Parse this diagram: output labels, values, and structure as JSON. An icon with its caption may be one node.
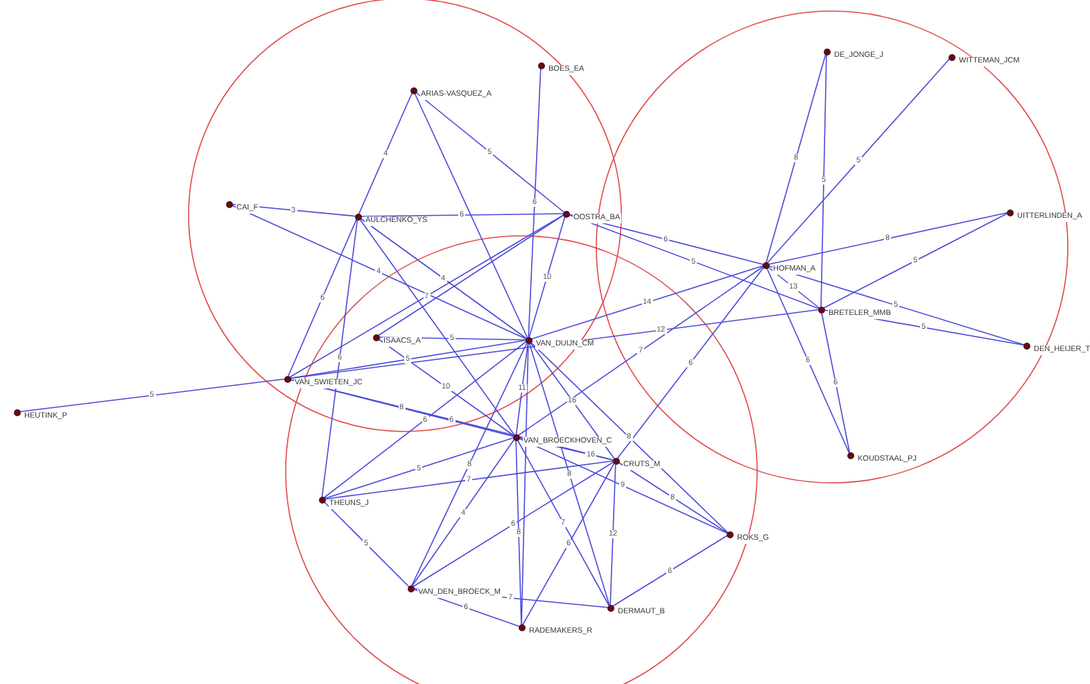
{
  "diagram": {
    "nodes": [
      {
        "text": [
          "ARIAS-VASQUEZ_A"
        ]
      },
      {
        "text": [
          "BOES_EA"
        ]
      },
      {
        "text": [
          "DE_JONGE_J"
        ]
      },
      {
        "text": [
          "WITTEMAN_JCM"
        ]
      },
      {
        "text": [
          "CAI_F"
        ]
      },
      {
        "text": [
          "AULCHENKO_YS"
        ]
      },
      {
        "text": [
          "OOSTRA_BA"
        ]
      },
      {
        "text": [
          "UITTERLINDEN_A"
        ]
      },
      {
        "text": [
          "HOFMAN_A"
        ]
      },
      {
        "text": [
          "BRETELER_MMB"
        ]
      },
      {
        "text": [
          "DEN_HEIJER_T"
        ]
      },
      {
        "text": [
          "ISAACS_A"
        ]
      },
      {
        "text": [
          "VAN_DUIJN_CM"
        ]
      },
      {
        "text": [
          "VAN_SWIETEN_JC"
        ]
      },
      {
        "text": [
          "HEUTINK_P"
        ]
      },
      {
        "text": [
          "VAN_BROECKHOVEN_C"
        ]
      },
      {
        "text": [
          "CRUTS_M"
        ]
      },
      {
        "text": [
          "THEUNS_J"
        ]
      },
      {
        "text": [
          "ROKS_G"
        ]
      },
      {
        "text": [
          "VAN_DEN_BROECK_M"
        ]
      },
      {
        "text": [
          "DERMAUT_B"
        ]
      },
      {
        "text": [
          "RADEMAKERS_R"
        ]
      },
      {
        "text": [
          "KOUDSTAAL_PJ"
        ]
      }
    ],
    "edges": [
      {
        "from": 0,
        "to": 5,
        "arrow": "none",
        "label": "4"
      },
      {
        "from": 0,
        "to": 6,
        "arrow": "none",
        "label": "5"
      },
      {
        "from": 0,
        "to": 12,
        "arrow": "none"
      },
      {
        "from": 1,
        "to": 12,
        "arrow": "none",
        "label": "6"
      },
      {
        "from": 4,
        "to": 5,
        "arrow": "none",
        "label": "3"
      },
      {
        "from": 5,
        "to": 6,
        "arrow": "none",
        "label": "6"
      },
      {
        "from": 4,
        "to": 12,
        "arrow": "none",
        "label": "4"
      },
      {
        "from": 5,
        "to": 12,
        "arrow": "none",
        "label": "4"
      },
      {
        "from": 5,
        "to": 13,
        "arrow": "none",
        "label": "6"
      },
      {
        "from": 5,
        "to": 15,
        "arrow": "none"
      },
      {
        "from": 6,
        "to": 12,
        "arrow": "none",
        "label": "10"
      },
      {
        "from": 6,
        "to": 13,
        "arrow": "none",
        "label": "7"
      },
      {
        "from": 6,
        "to": 11,
        "arrow": "none"
      },
      {
        "from": 6,
        "to": 8,
        "arrow": "none",
        "label": "6"
      },
      {
        "from": 6,
        "to": 9,
        "arrow": "none",
        "label": "5"
      },
      {
        "from": 2,
        "to": 8,
        "arrow": "none",
        "label": "8"
      },
      {
        "from": 2,
        "to": 9,
        "arrow": "none",
        "label": "5"
      },
      {
        "from": 3,
        "to": 8,
        "arrow": "none",
        "label": "5"
      },
      {
        "from": 7,
        "to": 8,
        "arrow": "none",
        "label": "8"
      },
      {
        "from": 7,
        "to": 9,
        "arrow": "none",
        "label": "5"
      },
      {
        "from": 8,
        "to": 9,
        "arrow": "none",
        "label": "13"
      },
      {
        "from": 8,
        "to": 10,
        "arrow": "none",
        "label": "5"
      },
      {
        "from": 9,
        "to": 10,
        "arrow": "none",
        "label": "5"
      },
      {
        "from": 8,
        "to": 22,
        "arrow": "none",
        "label": "6"
      },
      {
        "from": 9,
        "to": 22,
        "arrow": "none",
        "label": "6"
      },
      {
        "from": 8,
        "to": 12,
        "arrow": "none",
        "label": "14"
      },
      {
        "from": 9,
        "to": 13,
        "arrow": "none",
        "label": "12"
      },
      {
        "from": 8,
        "to": 15,
        "arrow": "none",
        "label": "7"
      },
      {
        "from": 8,
        "to": 16,
        "arrow": "none",
        "label": "6"
      },
      {
        "from": 11,
        "to": 12,
        "arrow": "none",
        "label": "5"
      },
      {
        "from": 13,
        "to": 12,
        "arrow": "none",
        "label": "5"
      },
      {
        "from": 13,
        "to": 14,
        "arrow": "none",
        "label": "5"
      },
      {
        "from": 13,
        "to": 15,
        "arrow": "none",
        "label": "8"
      },
      {
        "from": 13,
        "to": 16,
        "arrow": "none",
        "label": "6"
      },
      {
        "from": 11,
        "to": 15,
        "arrow": "none",
        "label": "10"
      },
      {
        "from": 12,
        "to": 15,
        "arrow": "none",
        "label": "11"
      },
      {
        "from": 12,
        "to": 16,
        "arrow": "none",
        "label": "16"
      },
      {
        "from": 12,
        "to": 17,
        "arrow": "none",
        "label": "6"
      },
      {
        "from": 12,
        "to": 21,
        "arrow": "none"
      },
      {
        "from": 12,
        "to": 20,
        "arrow": "none",
        "label": "8"
      },
      {
        "from": 12,
        "to": 18,
        "arrow": "none",
        "label": "8"
      },
      {
        "from": 15,
        "to": 16,
        "arrow": "none",
        "label": "16"
      },
      {
        "from": 15,
        "to": 17,
        "arrow": "none",
        "label": "5"
      },
      {
        "from": 15,
        "to": 19,
        "arrow": "none",
        "label": "4"
      },
      {
        "from": 15,
        "to": 21,
        "arrow": "none",
        "label": "8"
      },
      {
        "from": 15,
        "to": 20,
        "arrow": "none",
        "label": "7"
      },
      {
        "from": 15,
        "to": 18,
        "arrow": "none",
        "label": "9"
      },
      {
        "from": 16,
        "to": 17,
        "arrow": "none",
        "label": "7"
      },
      {
        "from": 16,
        "to": 19,
        "arrow": "none",
        "label": "6"
      },
      {
        "from": 16,
        "to": 21,
        "arrow": "none",
        "label": "6"
      },
      {
        "from": 16,
        "to": 20,
        "arrow": "none",
        "label": "12"
      },
      {
        "from": 16,
        "to": 18,
        "arrow": "none",
        "label": "8"
      },
      {
        "from": 17,
        "to": 19,
        "arrow": "none",
        "label": "5"
      },
      {
        "from": 17,
        "to": 5,
        "arrow": "none",
        "label": "6"
      },
      {
        "from": 19,
        "to": 21,
        "arrow": "none",
        "label": "6"
      },
      {
        "from": 19,
        "to": 20,
        "arrow": "none",
        "label": "7"
      },
      {
        "from": 20,
        "to": 18,
        "arrow": "none",
        "label": "6"
      },
      {
        "from": 19,
        "to": 12,
        "arrow": "none",
        "label": "8"
      }
    ]
  }
}
